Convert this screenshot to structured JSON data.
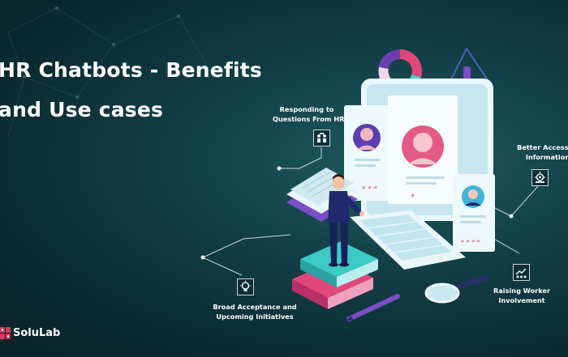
{
  "title": {
    "line1": "HR Chatbots - Benefits",
    "line2": "and Use cases"
  },
  "labels": {
    "responding": {
      "line1": "Responding to",
      "line2": "Questions From HR"
    },
    "better_access": {
      "line1": "Better Access to",
      "line2": "Information"
    },
    "raising": {
      "line1": "Raising Worker",
      "line2": "Involvement"
    },
    "broad": {
      "line1": "Broad Acceptance and",
      "line2": "Upcoming Initiatives"
    }
  },
  "brand": {
    "name": "SoluLab"
  },
  "icons": {
    "responding": "people-chat-icon",
    "better_access": "info-gear-icon",
    "raising": "growth-chart-icon",
    "broad": "idea-lightbulb-icon"
  },
  "colors": {
    "background": "#0b2a31",
    "accent_pink": "#e0487a",
    "accent_teal": "#34c7c4",
    "screen": "#cdeaf2",
    "text": "#ffffff"
  }
}
